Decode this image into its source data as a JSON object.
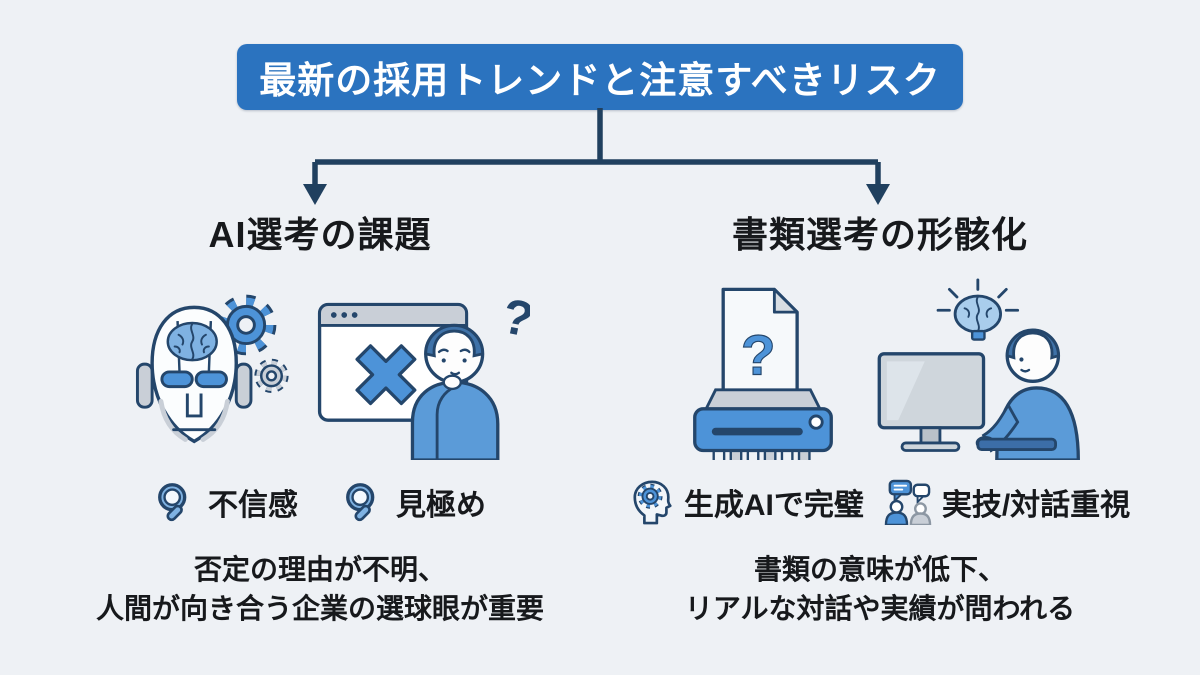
{
  "title": "最新の採用トレンドと注意すべきリスク",
  "columns": [
    {
      "heading": "AI選考の課題",
      "illustrations": [
        "ai-robot-head",
        "rejection-screen-thinking-person"
      ],
      "keywords": [
        {
          "icon": "magnifier-icon",
          "text": "不信感"
        },
        {
          "icon": "magnifier-icon",
          "text": "見極め"
        }
      ],
      "summary_line1": "否定の理由が不明、",
      "summary_line2": "人間が向き合う企業の選球眼が重要"
    },
    {
      "heading": "書類選考の形骸化",
      "illustrations": [
        "document-shredder",
        "person-at-computer-idea"
      ],
      "keywords": [
        {
          "icon": "head-gear-icon",
          "text": "生成AIで完璧"
        },
        {
          "icon": "dialogue-people-icon",
          "text": "実技/対話重視"
        }
      ],
      "summary_line1": "書類の意味が低下、",
      "summary_line2": "リアルな対話や実績が問われる"
    }
  ],
  "colors": {
    "background": "#eef1f5",
    "banner": "#2b73bf",
    "banner_text": "#ffffff",
    "connector": "#20405f",
    "text": "#17191c",
    "accent_blue": "#4d93d8",
    "light_blue": "#7fb2e2",
    "gray": "#c9cfd7"
  }
}
